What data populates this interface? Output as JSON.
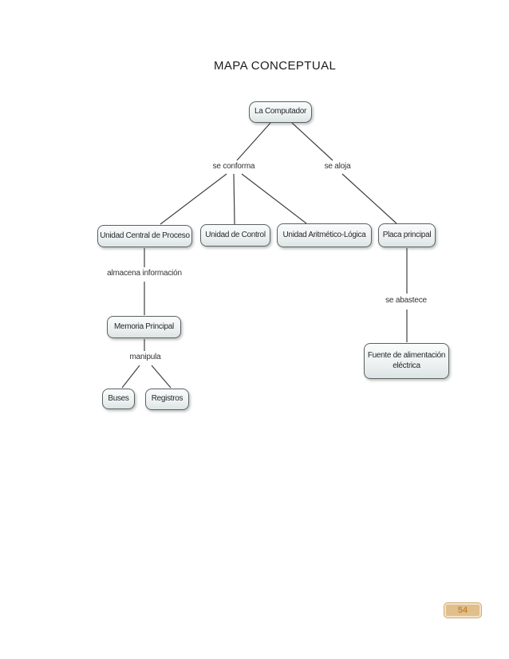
{
  "page": {
    "title": "MAPA CONCEPTUAL",
    "page_number": "54"
  },
  "colors": {
    "node_fill_top": "#fafcfc",
    "node_fill_bottom": "#dde4e5",
    "node_border": "#5c6262",
    "connector_line": "#3f3f3f",
    "badge_fill": "#e0bf8c",
    "badge_text": "#c8862f"
  },
  "diagram": {
    "nodes": [
      {
        "id": "la-computador",
        "text": "La Computador"
      },
      {
        "id": "unidad-central-de-proceso",
        "text": "Unidad Central de Proceso"
      },
      {
        "id": "unidad-de-control",
        "text": "Unidad de Control"
      },
      {
        "id": "unidad-aritmetico-logica",
        "text": "Unidad Aritmético-Lógica"
      },
      {
        "id": "placa-principal",
        "text": "Placa principal"
      },
      {
        "id": "memoria-principal",
        "text": "Memoria Principal"
      },
      {
        "id": "buses",
        "text": "Buses"
      },
      {
        "id": "registros",
        "text": "Registros"
      },
      {
        "id": "fuente-de-alimentacion-electrica",
        "text": "Fuente de alimentación eléctrica"
      }
    ],
    "link_labels": [
      {
        "id": "se-conforma",
        "text": "se conforma"
      },
      {
        "id": "se-aloja",
        "text": "se aloja"
      },
      {
        "id": "almacena-informacion",
        "text": "almacena información"
      },
      {
        "id": "manipula",
        "text": "manipula"
      },
      {
        "id": "se-abastece",
        "text": "se abastece"
      }
    ]
  }
}
